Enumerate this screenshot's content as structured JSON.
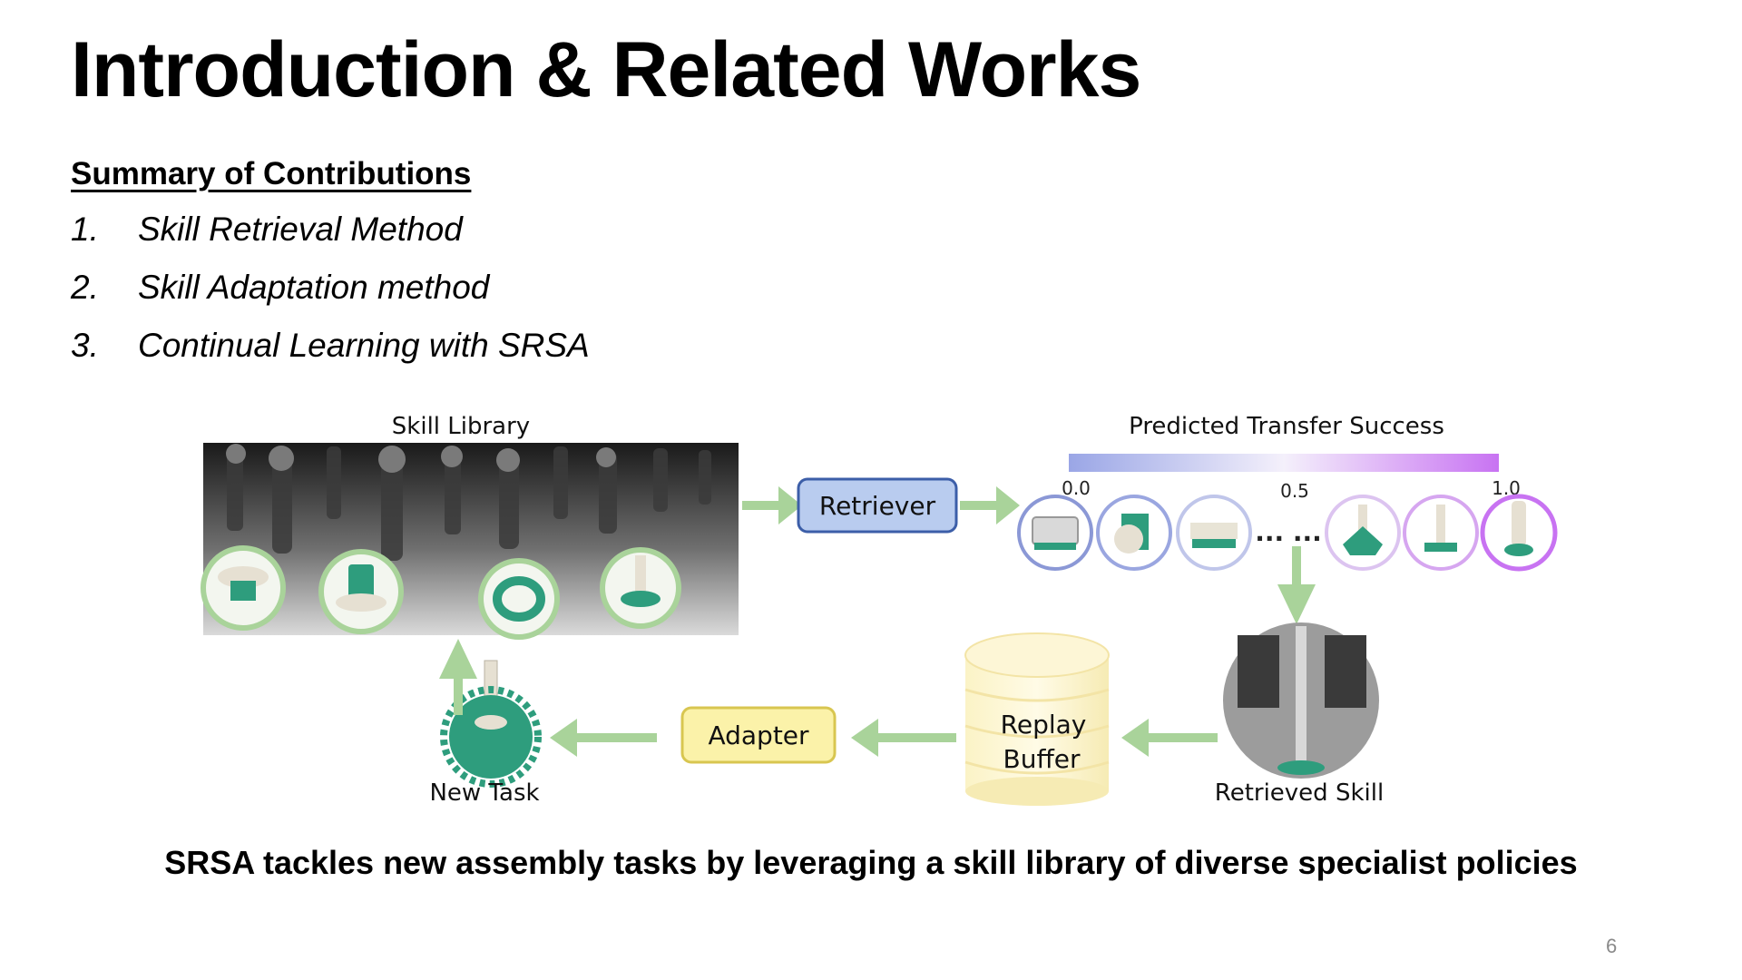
{
  "slide": {
    "title": "Introduction & Related Works",
    "subheading": "Summary of Contributions",
    "items": [
      {
        "num": "1.",
        "text": "Skill Retrieval Method"
      },
      {
        "num": "2.",
        "text": "Skill Adaptation method"
      },
      {
        "num": "3.",
        "text": "Continual Learning with SRSA"
      }
    ],
    "caption": "SRSA tackles new assembly tasks by leveraging a skill library of diverse specialist policies",
    "page_number": "6"
  },
  "diagram": {
    "skill_library_label": "Skill Library",
    "retriever_label": "Retriever",
    "predicted_label": "Predicted Transfer Success",
    "scale_ticks": [
      "0.0",
      "0.5",
      "1.0"
    ],
    "ellipsis": "... ...",
    "retrieved_skill_label": "Retrieved Skill",
    "replay_line1": "Replay",
    "replay_line2": "Buffer",
    "adapter_label": "Adapter",
    "new_task_label": "New Task",
    "colors": {
      "arrow": "#a9d39a",
      "retriever_fill": "#b9ccef",
      "adapter_fill": "#fbf2a9",
      "part_teal": "#2e9d7d",
      "scale_start": "#9aa6e6",
      "scale_end": "#c873f2"
    }
  }
}
